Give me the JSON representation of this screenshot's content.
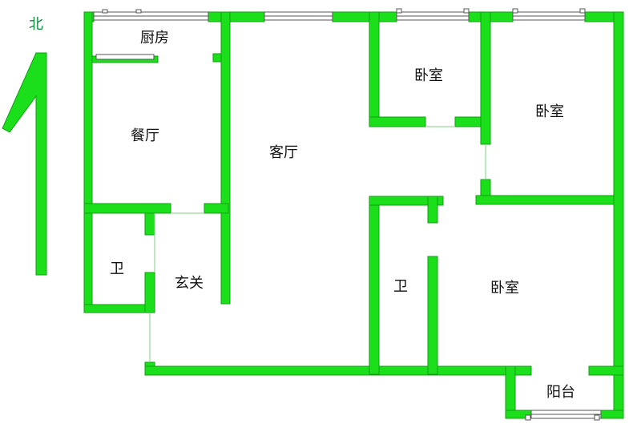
{
  "compass": {
    "label": "北"
  },
  "rooms": {
    "kitchen": "厨房",
    "dining": "餐厅",
    "living": "客厅",
    "bedroom_small": "卧室",
    "bedroom_northeast": "卧室",
    "bedroom_southeast": "卧室",
    "bath_west": "卫",
    "bath_middle": "卫",
    "entry": "玄关",
    "balcony": "阳台"
  },
  "colors": {
    "wall": "#1adf1a",
    "wall_edge": "#12a012",
    "background": "#ffffff"
  }
}
